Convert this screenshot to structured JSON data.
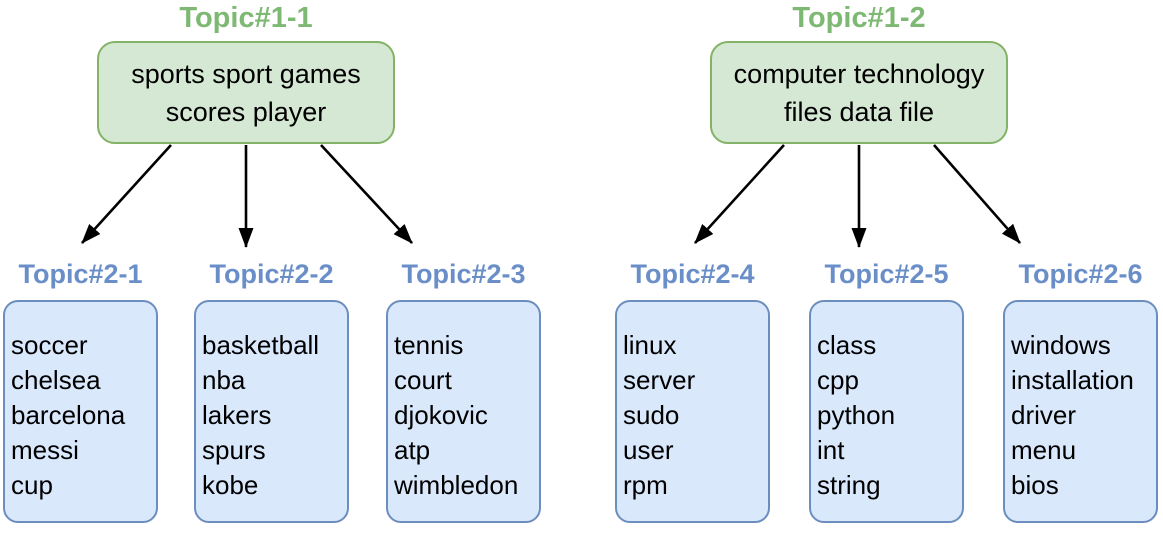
{
  "colors": {
    "background": "#ffffff",
    "parent_fill": "#d5e8d4",
    "parent_border": "#82b366",
    "parent_title_text": "#7db973",
    "child_fill": "#dae8fc",
    "child_border": "#6c8ebf",
    "child_title_text": "#6a8fc8",
    "body_text": "#000000",
    "arrow": "#000000"
  },
  "tree": {
    "parents": [
      {
        "title": "Topic#1-1",
        "keywords": "sports sport games\nscores player"
      },
      {
        "title": "Topic#1-2",
        "keywords": "computer technology\nfiles data file"
      }
    ],
    "children": [
      {
        "title": "Topic#2-1",
        "words": [
          "soccer",
          "chelsea",
          "barcelona",
          "messi",
          "cup"
        ]
      },
      {
        "title": "Topic#2-2",
        "words": [
          "basketball",
          "nba",
          "lakers",
          "spurs",
          "kobe"
        ]
      },
      {
        "title": "Topic#2-3",
        "words": [
          "tennis",
          "court",
          "djokovic",
          "atp",
          "wimbledon"
        ]
      },
      {
        "title": "Topic#2-4",
        "words": [
          "linux",
          "server",
          "sudo",
          "user",
          "rpm"
        ]
      },
      {
        "title": "Topic#2-5",
        "words": [
          "class",
          "cpp",
          "python",
          "int",
          "string"
        ]
      },
      {
        "title": "Topic#2-6",
        "words": [
          "windows",
          "installation",
          "driver",
          "menu",
          "bios"
        ]
      }
    ],
    "edges": [
      {
        "from": "Topic#1-1",
        "to": "Topic#2-1"
      },
      {
        "from": "Topic#1-1",
        "to": "Topic#2-2"
      },
      {
        "from": "Topic#1-1",
        "to": "Topic#2-3"
      },
      {
        "from": "Topic#1-2",
        "to": "Topic#2-4"
      },
      {
        "from": "Topic#1-2",
        "to": "Topic#2-5"
      },
      {
        "from": "Topic#1-2",
        "to": "Topic#2-6"
      }
    ]
  }
}
